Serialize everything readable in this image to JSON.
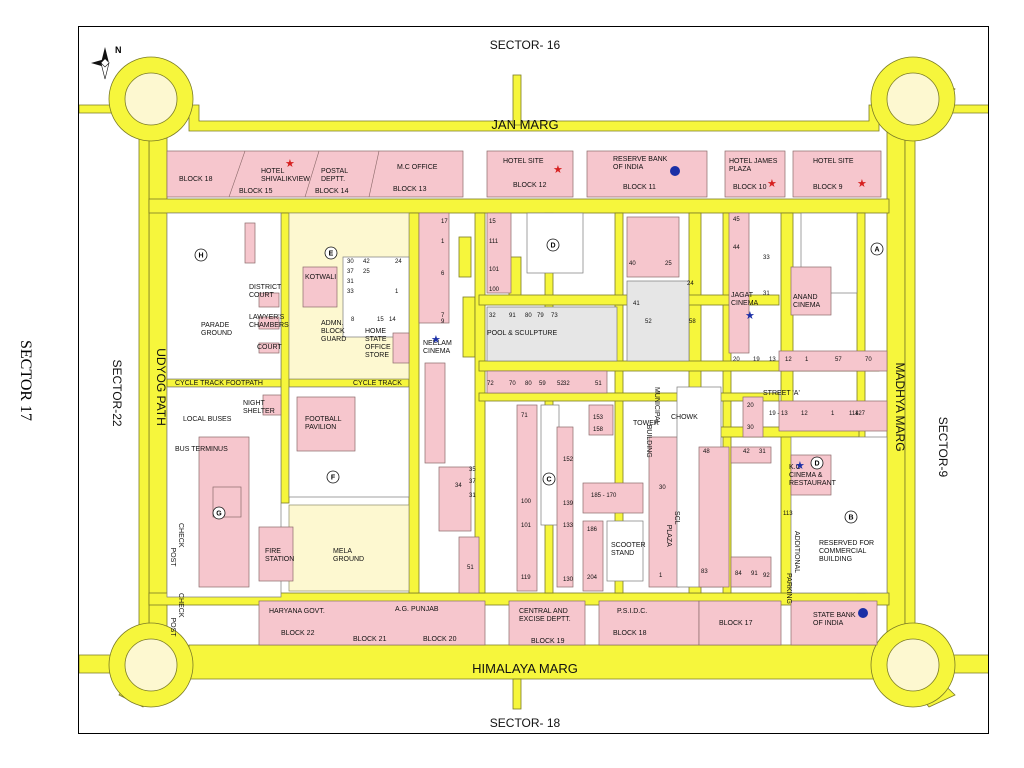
{
  "map": {
    "outer_labels": {
      "north": "SECTOR- 16",
      "south": "SECTOR- 18",
      "east": "SECTOR-9",
      "west": "SECTOR-22",
      "left_title": "SECTOR 17"
    },
    "roads": {
      "top": "JAN MARG",
      "bottom": "HIMALAYA MARG",
      "left": "UDYOG PATH",
      "right": "MADHYA MARG",
      "cycle_track_footpath": "CYCLE TRACK FOOTPATH",
      "cycle_track": "CYCLE TRACK",
      "street": "STREET 'A'",
      "chowk": "CHOWK"
    },
    "north_arrow": "N",
    "top_row": {
      "block18": "BLOCK 18",
      "hotel_shivalik_view": "HOTEL\nSHIVALIKVIEW",
      "block15": "BLOCK 15",
      "postal_deptt": "POSTAL\nDEPTT.",
      "block14": "BLOCK 14",
      "mc_office": "M.C OFFICE",
      "block13": "BLOCK 13",
      "hotel_site_1": "HOTEL SITE",
      "block12": "BLOCK 12",
      "reserve_bank": "RESERVE BANK\nOF INDIA",
      "block11": "BLOCK 11",
      "hotel_james_plaza": "HOTEL JAMES\nPLAZA",
      "block10": "BLOCK 10",
      "hotel_site_2": "HOTEL SITE",
      "block9": "BLOCK 9"
    },
    "bottom_row": {
      "haryana_govt": "HARYANA GOVT.",
      "ag_punjab": "A.G. PUNJAB",
      "block22": "BLOCK 22",
      "block21": "BLOCK 21",
      "block20": "BLOCK 20",
      "central_excise": "CENTRAL AND\nEXCISE DEPTT.",
      "block19": "BLOCK 19",
      "psidc": "P.S.I.D.C.",
      "block18b": "BLOCK 18",
      "block17": "BLOCK 17",
      "sbi": "STATE BANK\nOF INDIA"
    },
    "west_zone": {
      "parade_ground": "PARADE\nGROUND",
      "district_court": "DISTRICT\nCOURT",
      "lawyers_chambers": "LAWYER'S\nCHAMBERS",
      "court": "COURT",
      "kotwali": "KOTWALI",
      "admn_block": "ADMN.\nBLOCK\nGUARD",
      "home_state": "HOME\nSTATE\nOFFICE\nSTORE",
      "local_buses": "LOCAL BUSES",
      "night_shelter": "NIGHT\nSHELTER",
      "football_pavilion": "FOOTBALL\nPAVILION",
      "bus_terminus": "BUS TERMINUS",
      "check_post_1": "CHECK\nPOST",
      "check_post_2": "CHECK\nPOST",
      "fire_station": "FIRE\nSTATION",
      "mela_ground": "MELA\nGROUND",
      "neelam_cinema": "NEELAM\nCINEMA"
    },
    "central_zone": {
      "pool_sculpture": "POOL & SCULPTURE",
      "tower": "TOWER",
      "municipal_building": "MUNICIPAL\nBUILDING",
      "scooter_stand": "SCOOTER\nSTAND",
      "scl_plaza": "SCL\nPLAZA"
    },
    "east_zone": {
      "jagat_cinema": "JAGAT\nCINEMA",
      "anand_cinema": "ANAND\nCINEMA",
      "kc_cinema": "K.C\nCINEMA &\nRESTAURANT",
      "additional_parking": "ADDITIONAL\nPARKING",
      "reserved_commercial": "RESERVED FOR\nCOMMERCIAL\nBUILDING"
    },
    "circle_markers": [
      "H",
      "E",
      "F",
      "G",
      "D",
      "C",
      "A",
      "D",
      "B"
    ],
    "block_numbers": [
      "30",
      "42",
      "37",
      "25",
      "31",
      "33",
      "24",
      "1",
      "8",
      "15",
      "14",
      "9",
      "17",
      "1",
      "6",
      "7",
      "15",
      "111",
      "101",
      "100",
      "32",
      "91",
      "80",
      "79",
      "73",
      "72",
      "70",
      "80",
      "59",
      "52",
      "51",
      "71",
      "100",
      "101",
      "119",
      "32",
      "35",
      "37",
      "31",
      "34",
      "51",
      "153",
      "158",
      "152",
      "139",
      "133",
      "130",
      "185 - 170",
      "186",
      "204",
      "1",
      "30",
      "40",
      "25",
      "24",
      "41",
      "52",
      "58",
      "45",
      "44",
      "33",
      "31",
      "20",
      "19",
      "13",
      "12",
      "1",
      "57",
      "70",
      "12",
      "1",
      "114",
      "127",
      "20",
      "30",
      "19 - 13",
      "42",
      "31",
      "48",
      "113",
      "83",
      "84",
      "91",
      "92"
    ]
  }
}
